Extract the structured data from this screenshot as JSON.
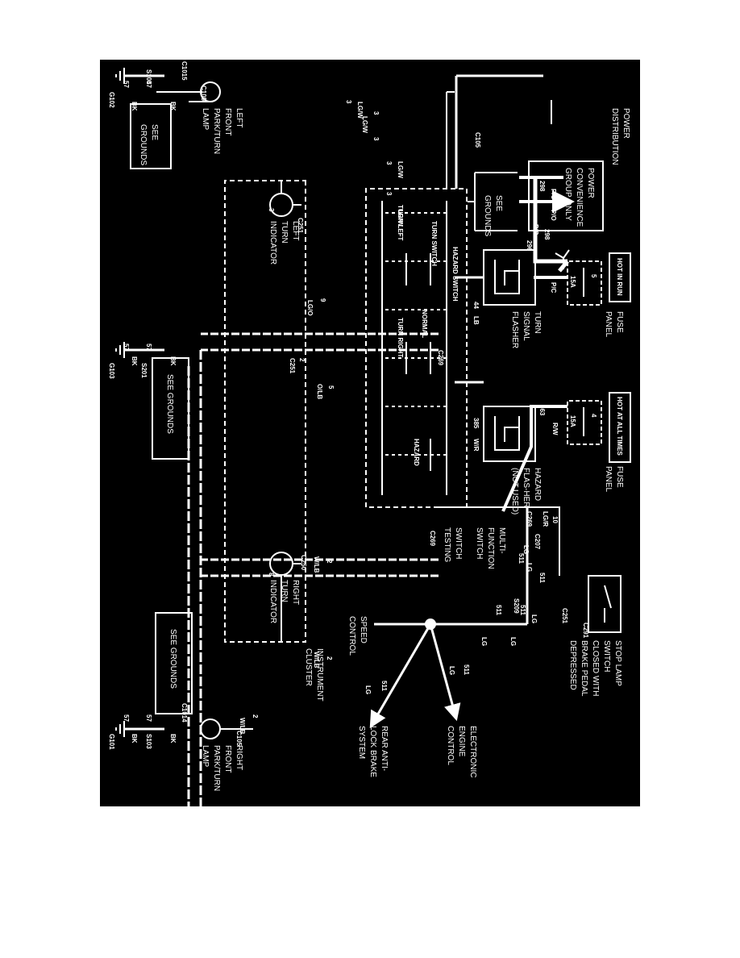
{
  "page": {
    "background": "#ffffff",
    "panel_color": "#000000",
    "ink_color": "#ffffff"
  },
  "boxes": {
    "power_convenience": [
      "POWER",
      "CONVENIENCE",
      "GROUP ONLY"
    ],
    "hot_in_run": "HOT IN RUN",
    "hot_at_all_times": "HOT AT ALL TIMES",
    "see_grounds_1": [
      "SEE",
      "GROUNDS"
    ],
    "see_grounds_2": "SEE GROUNDS",
    "see_grounds_3": "SEE GROUNDS"
  },
  "components": {
    "power_distribution": [
      "POWER",
      "DISTRIBUTION"
    ],
    "fuse_panel_1": [
      "FUSE",
      "PANEL"
    ],
    "fuse_panel_2": [
      "FUSE",
      "PANEL"
    ],
    "fuse_5_num": "5",
    "fuse_4_num": "4",
    "fuse_5_rating": "15A",
    "fuse_4_rating": "15A",
    "turn_signal_flasher": [
      "TURN",
      "SIGNAL",
      "FLASHER"
    ],
    "hazard_flasher": [
      "HAZARD",
      "FLAS-HER",
      "(NOT USED)"
    ],
    "multi_function_switch": [
      "MULTI-",
      "FUNCTION",
      "SWITCH"
    ],
    "switch_testing": [
      "SWITCH",
      "TESTING"
    ],
    "stop_lamp_switch": [
      "STOP LAMP",
      "SWITCH",
      "CLOSED WITH",
      "BRAKE PEDAL",
      "DEPRESSED"
    ],
    "speed_control": [
      "SPEED",
      "CONTROL"
    ],
    "electronic_engine_control": [
      "ELECTRONIC",
      "ENGINE",
      "CONTROL"
    ],
    "rear_anti_lock": [
      "REAR ANTI-",
      "LOCK BRAKE",
      "SYSTEM"
    ],
    "left_turn_indicator": [
      "LEFT",
      "TURN",
      "INDICATOR"
    ],
    "right_turn_indicator": [
      "RIGHT",
      "TURN",
      "INDICATOR"
    ],
    "instrument_cluster": [
      "INSTRUMENT",
      "CLUSTER"
    ],
    "left_front_lamp": [
      "LEFT",
      "FRONT",
      "PARK/TURN",
      "LAMP"
    ],
    "right_front_lamp": [
      "RIGHT",
      "FRONT",
      "PARK/TURN",
      "LAMP"
    ],
    "hazard_switch": "HAZARD SWITCH",
    "turn_switch": "TURN SWITCH",
    "turn_left": "TURN LEFT",
    "turn_right": "TURN RIGHT",
    "normal": "NORMAL",
    "hazard": "HAZARD"
  },
  "connectors": {
    "c1015": "C1015",
    "s104": "S104",
    "g102": "G102",
    "c105a": "C105",
    "c105b": "C105",
    "c105c": "C105",
    "c251a": "C251",
    "c251b": "C251",
    "c251c": "C251",
    "s201": "S201",
    "g103": "G103",
    "c269a": "C269",
    "c269b": "C269",
    "c269c": "C269",
    "c207": "C207",
    "s209": "S209",
    "c291": "C291",
    "c250": "C250",
    "c1014": "C1014",
    "s103": "S103",
    "g101": "G101"
  },
  "wires": {
    "w298a": "298",
    "w298b": "298",
    "w296": "296",
    "pc1": "P/C",
    "pc2": "P/C",
    "po1": "P/O",
    "po2": "P/O",
    "w44": "44",
    "lb": "LB",
    "w363": "363",
    "rw": "R/W",
    "w385": "385",
    "wr": "W/R",
    "w10": "10",
    "lgr": "LG/R",
    "w511a": "511",
    "w511b": "511",
    "w511c": "511",
    "w511d": "511",
    "w511e": "511",
    "w511f": "511",
    "lg1": "LG",
    "lg2": "LG",
    "lg3": "LG",
    "lg4": "LG",
    "lg5": "LG",
    "lg6": "LG",
    "lg7": "LG",
    "w57a": "57",
    "w57b": "57",
    "w57c": "57",
    "w57d": "57",
    "w57e": "57",
    "w57f": "57",
    "bka": "BK",
    "bkb": "BK",
    "bkc": "BK",
    "bkd": "BK",
    "bke": "BK",
    "bkf": "BK",
    "w3a": "3",
    "w3b": "3",
    "w3c": "3",
    "w3d": "3",
    "w3e": "3",
    "lgw1": "LG/W",
    "lgw2": "LG/W",
    "lgw3": "LG/W",
    "lgw4": "LG/W",
    "w9": "9",
    "lgo": "LG/O",
    "w5": "5",
    "olb": "O/LB",
    "w2a": "2",
    "w2b": "2",
    "w2c": "2",
    "wlb1": "W/LB",
    "wlb2": "W/LB",
    "wlb3": "W/LB",
    "p3": "3",
    "p2": "2",
    "p8": "8"
  }
}
